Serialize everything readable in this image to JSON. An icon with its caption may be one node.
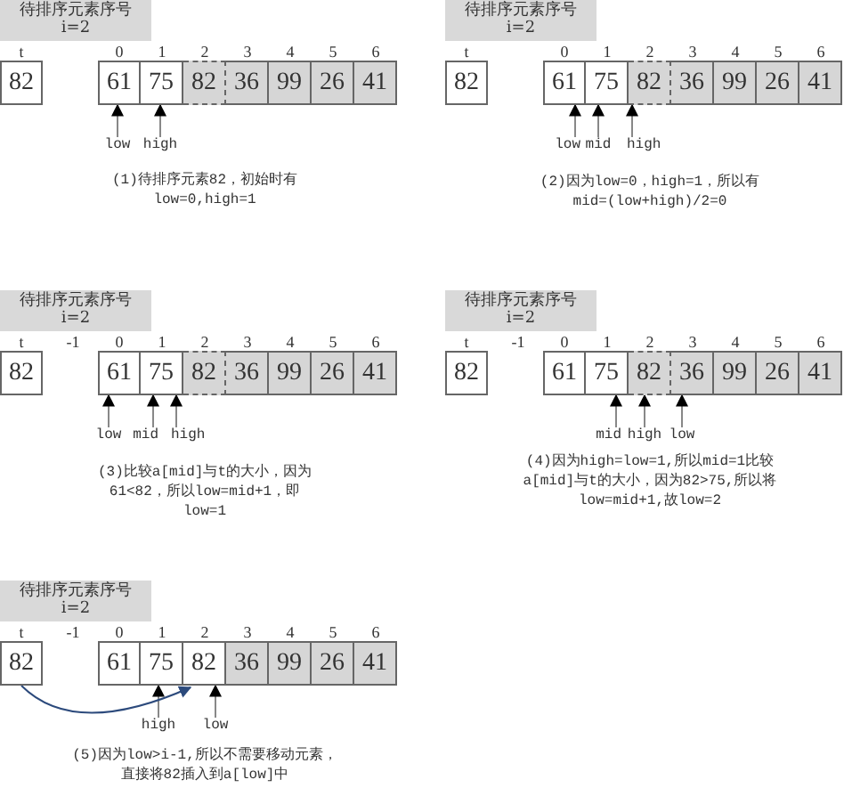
{
  "diagram": {
    "nodes": [
      {
        "text": [
          "待排序元素序号",
          "i=2"
        ]
      },
      {
        "text": [
          "82"
        ],
        "beside": [
          "t"
        ]
      },
      {
        "text": [
          "61"
        ],
        "beside": [
          "0"
        ]
      },
      {
        "text": [
          "75"
        ],
        "beside": [
          "1"
        ]
      },
      {
        "text": [
          "82"
        ],
        "beside": [
          "2"
        ]
      },
      {
        "text": [
          "36"
        ],
        "beside": [
          "3"
        ]
      },
      {
        "text": [
          "99"
        ],
        "beside": [
          "4"
        ]
      },
      {
        "text": [
          "26"
        ],
        "beside": [
          "5"
        ]
      },
      {
        "text": [
          "41"
        ],
        "beside": [
          "6"
        ]
      },
      {
        "text": [
          "low"
        ]
      },
      {
        "text": [
          "high"
        ]
      },
      {
        "text": [
          "待排序元素序号",
          "i=2"
        ]
      },
      {
        "text": [
          "82"
        ],
        "beside": [
          "t"
        ]
      },
      {
        "text": [
          "61"
        ],
        "beside": [
          "0"
        ]
      },
      {
        "text": [
          "75"
        ],
        "beside": [
          "1"
        ]
      },
      {
        "text": [
          "82"
        ],
        "beside": [
          "2"
        ]
      },
      {
        "text": [
          "36"
        ],
        "beside": [
          "3"
        ]
      },
      {
        "text": [
          "99"
        ],
        "beside": [
          "4"
        ]
      },
      {
        "text": [
          "26"
        ],
        "beside": [
          "5"
        ]
      },
      {
        "text": [
          "41"
        ],
        "beside": [
          "6"
        ]
      },
      {
        "text": [
          "low"
        ]
      },
      {
        "text": [
          "mid"
        ]
      },
      {
        "text": [
          "high"
        ]
      },
      {
        "text": [
          "待排序元素序号",
          "i=2"
        ]
      },
      {
        "text": [
          "82"
        ],
        "beside": [
          "t"
        ]
      },
      {
        "text": [
          "61"
        ],
        "beside": [
          "0"
        ]
      },
      {
        "text": [
          "75"
        ],
        "beside": [
          "1"
        ]
      },
      {
        "text": [
          "82"
        ],
        "beside": [
          "2"
        ]
      },
      {
        "text": [
          "36"
        ],
        "beside": [
          "3"
        ]
      },
      {
        "text": [
          "99"
        ],
        "beside": [
          "4"
        ]
      },
      {
        "text": [
          "26"
        ],
        "beside": [
          "5"
        ]
      },
      {
        "text": [
          "41"
        ],
        "beside": [
          "6"
        ]
      },
      {
        "text": [
          "low"
        ]
      },
      {
        "text": [
          "mid"
        ]
      },
      {
        "text": [
          "high"
        ]
      },
      {
        "text": [
          "待排序元素序号",
          "i=2"
        ]
      },
      {
        "text": [
          "82"
        ],
        "beside": [
          "t"
        ]
      },
      {
        "text": [
          "61"
        ],
        "beside": [
          "0"
        ]
      },
      {
        "text": [
          "75"
        ],
        "beside": [
          "1"
        ]
      },
      {
        "text": [
          "82"
        ],
        "beside": [
          "2"
        ]
      },
      {
        "text": [
          "36"
        ],
        "beside": [
          "3"
        ]
      },
      {
        "text": [
          "99"
        ],
        "beside": [
          "4"
        ]
      },
      {
        "text": [
          "26"
        ],
        "beside": [
          "5"
        ]
      },
      {
        "text": [
          "41"
        ],
        "beside": [
          "6"
        ]
      },
      {
        "text": [
          "mid"
        ]
      },
      {
        "text": [
          "high"
        ]
      },
      {
        "text": [
          "low"
        ]
      },
      {
        "text": [
          "待排序元素序号",
          "i=2"
        ]
      },
      {
        "text": [
          "82"
        ],
        "beside": [
          "t"
        ]
      },
      {
        "text": [
          "61"
        ],
        "beside": [
          "0"
        ]
      },
      {
        "text": [
          "75"
        ],
        "beside": [
          "1"
        ]
      },
      {
        "text": [
          "82"
        ],
        "beside": [
          "2"
        ]
      },
      {
        "text": [
          "36"
        ],
        "beside": [
          "3"
        ]
      },
      {
        "text": [
          "99"
        ],
        "beside": [
          "4"
        ]
      },
      {
        "text": [
          "26"
        ],
        "beside": [
          "5"
        ]
      },
      {
        "text": [
          "41"
        ],
        "beside": [
          "6"
        ]
      },
      {
        "text": [
          "high"
        ]
      },
      {
        "text": [
          "low"
        ]
      }
    ],
    "edges": [
      {
        "from": 9,
        "to": 2,
        "arrow": "to"
      },
      {
        "from": 10,
        "to": 3,
        "arrow": "to"
      },
      {
        "from": 20,
        "to": 13,
        "arrow": "to"
      },
      {
        "from": 21,
        "to": 13,
        "arrow": "to"
      },
      {
        "from": 22,
        "to": 14,
        "arrow": "to"
      },
      {
        "from": 32,
        "to": 25,
        "arrow": "to"
      },
      {
        "from": 33,
        "to": 26,
        "arrow": "to"
      },
      {
        "from": 34,
        "to": 26,
        "arrow": "to"
      },
      {
        "from": 44,
        "to": 38,
        "arrow": "to"
      },
      {
        "from": 45,
        "to": 38,
        "arrow": "to"
      },
      {
        "from": 46,
        "to": 39,
        "arrow": "to"
      },
      {
        "from": 56,
        "to": 50,
        "arrow": "to"
      },
      {
        "from": 57,
        "to": 51,
        "arrow": "to"
      },
      {
        "from": 48,
        "to": 51,
        "arrow": "to",
        "color": "#2c4a7c"
      }
    ],
    "labels": [
      "(1)待排序元素82，初始时有low=0,high=1",
      "(2)因为low=0，high=1，所以有mid=(low+high)/2=0",
      "-1",
      "-1",
      "(3)比较a[mid]与t的大小，因为61<82，所以low=mid+1，即low=1",
      "(4)因为high=low=1,所以mid=1比较a[mid]与t的大小，因为82>75,所以将low=mid+1,故low=2",
      "-1",
      "(5)因为low>i-1,所以不需要移动元素，直接将82插入到a[low]中"
    ]
  }
}
